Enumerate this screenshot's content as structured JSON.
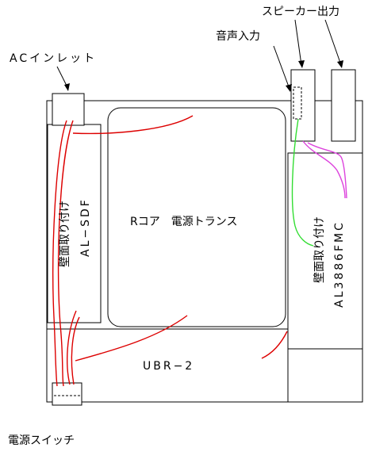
{
  "labels": {
    "ac_inlet": "ACインレット",
    "audio_input": "音声入力",
    "speaker_output": "スピーカー出力",
    "transformer": "Rコア　電源トランス",
    "left_board_mount": "壁面取り付け",
    "left_board_model": "AL−SDF",
    "right_board_mount": "壁面取り付け",
    "right_board_model": "AL3886FMC",
    "rectifier": "UBR−2",
    "power_switch": "電源スイッチ"
  },
  "colors": {
    "outline": "#000000",
    "ac_wiring": "#dd0000",
    "audio_wiring": "#33dd33",
    "speaker_wiring": "#dd44dd"
  }
}
